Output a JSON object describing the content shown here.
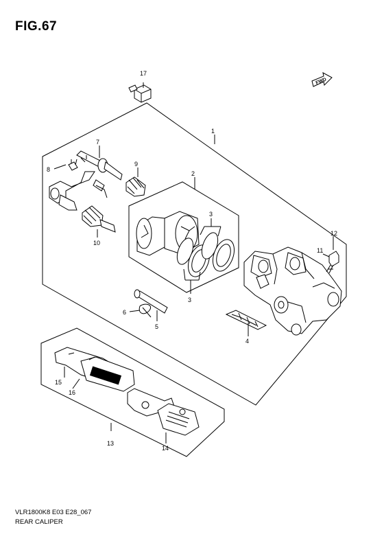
{
  "figure": {
    "title": "FIG.67",
    "diagram_code": "VLR1800K8 E03 E28_067",
    "diagram_name": "REAR CALIPER",
    "direction_badge": "FWD"
  },
  "callouts": {
    "c1": "1",
    "c2": "2",
    "c3a": "3",
    "c3b": "3",
    "c4": "4",
    "c5": "5",
    "c6": "6",
    "c7": "7",
    "c8": "8",
    "c9": "9",
    "c10": "10",
    "c11": "11",
    "c12": "12",
    "c13": "13",
    "c14": "14",
    "c15": "15",
    "c16": "16",
    "c17": "17"
  }
}
